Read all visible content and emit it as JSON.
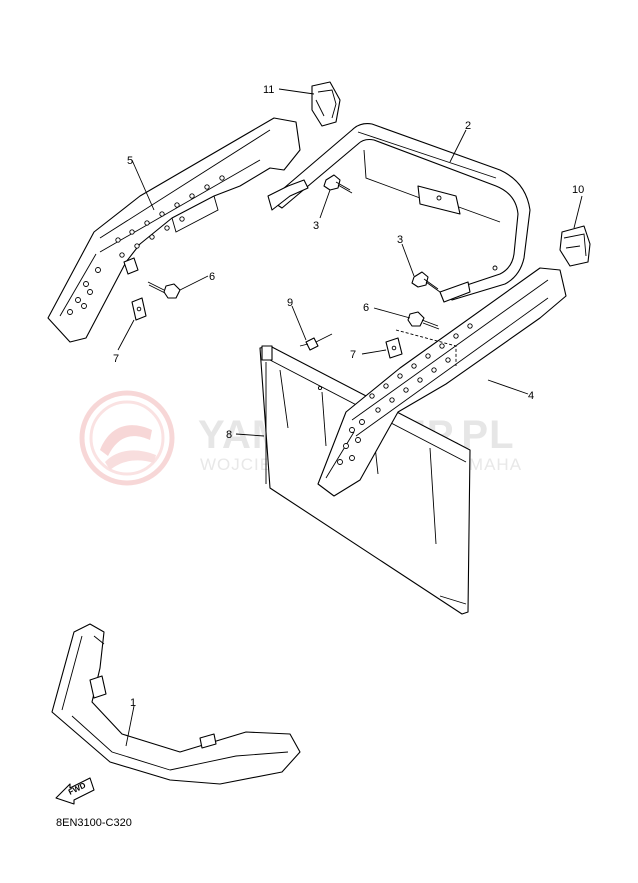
{
  "diagram": {
    "catalog_code": "8EN3100-C320",
    "fwd_label": "FWD",
    "callouts": [
      {
        "id": "c1",
        "label": "1"
      },
      {
        "id": "c2",
        "label": "2"
      },
      {
        "id": "c3a",
        "label": "3"
      },
      {
        "id": "c3b",
        "label": "3"
      },
      {
        "id": "c4",
        "label": "4"
      },
      {
        "id": "c5",
        "label": "5"
      },
      {
        "id": "c6a",
        "label": "6"
      },
      {
        "id": "c6b",
        "label": "6"
      },
      {
        "id": "c7a",
        "label": "7"
      },
      {
        "id": "c7b",
        "label": "7"
      },
      {
        "id": "c8",
        "label": "8"
      },
      {
        "id": "c9",
        "label": "9"
      },
      {
        "id": "c10",
        "label": "10"
      },
      {
        "id": "c11",
        "label": "11"
      }
    ]
  },
  "watermark": {
    "main_text": "YAMASKLEP.PL",
    "sub_text": "WOJCIECHOWSKI DEALER YAMAHA",
    "color": "#f2b8b8"
  }
}
